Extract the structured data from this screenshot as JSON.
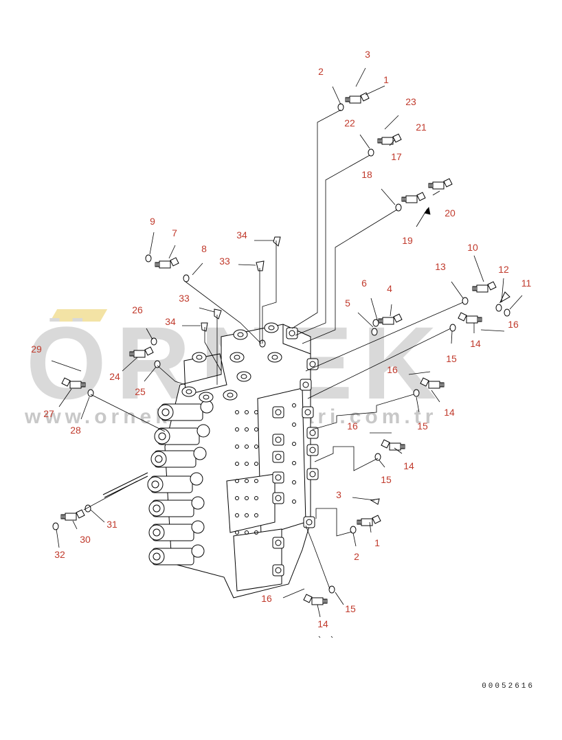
{
  "watermark": {
    "main": "ÖRNEK",
    "sub": "www.ornekismakinalari.com.tr",
    "colors": {
      "text": "#d9d9d9",
      "umlaut": "#f3e3a5"
    }
  },
  "drawing_code": "00052616",
  "label_color": "#c0392b",
  "line_color": "#000000",
  "callouts": [
    {
      "id": "c1a",
      "text": "1"
    },
    {
      "id": "c2a",
      "text": "2"
    },
    {
      "id": "c3a",
      "text": "3"
    },
    {
      "id": "c23",
      "text": "23"
    },
    {
      "id": "c22",
      "text": "22"
    },
    {
      "id": "c21",
      "text": "21"
    },
    {
      "id": "c17",
      "text": "17"
    },
    {
      "id": "c18",
      "text": "18"
    },
    {
      "id": "c20",
      "text": "20"
    },
    {
      "id": "c19",
      "text": "19"
    },
    {
      "id": "c9",
      "text": "9"
    },
    {
      "id": "c7",
      "text": "7"
    },
    {
      "id": "c8",
      "text": "8"
    },
    {
      "id": "c34a",
      "text": "34"
    },
    {
      "id": "c33a",
      "text": "33"
    },
    {
      "id": "c10",
      "text": "10"
    },
    {
      "id": "c12",
      "text": "12"
    },
    {
      "id": "c11",
      "text": "11"
    },
    {
      "id": "c13",
      "text": "13"
    },
    {
      "id": "c6",
      "text": "6"
    },
    {
      "id": "c4",
      "text": "4"
    },
    {
      "id": "c5",
      "text": "5"
    },
    {
      "id": "c33b",
      "text": "33"
    },
    {
      "id": "c26",
      "text": "26"
    },
    {
      "id": "c34b",
      "text": "34"
    },
    {
      "id": "c16a",
      "text": "16"
    },
    {
      "id": "c14a",
      "text": "14"
    },
    {
      "id": "c15a",
      "text": "15"
    },
    {
      "id": "c29",
      "text": "29"
    },
    {
      "id": "c24",
      "text": "24"
    },
    {
      "id": "c25",
      "text": "25"
    },
    {
      "id": "c27",
      "text": "27"
    },
    {
      "id": "c28",
      "text": "28"
    },
    {
      "id": "c16b",
      "text": "16"
    },
    {
      "id": "c14b",
      "text": "14"
    },
    {
      "id": "c15b",
      "text": "15"
    },
    {
      "id": "c16c",
      "text": "16"
    },
    {
      "id": "c14c",
      "text": "14"
    },
    {
      "id": "c15c",
      "text": "15"
    },
    {
      "id": "c3b",
      "text": "3"
    },
    {
      "id": "c1b",
      "text": "1"
    },
    {
      "id": "c2b",
      "text": "2"
    },
    {
      "id": "c31",
      "text": "31"
    },
    {
      "id": "c30",
      "text": "30"
    },
    {
      "id": "c32",
      "text": "32"
    },
    {
      "id": "c16d",
      "text": "16"
    },
    {
      "id": "c15d",
      "text": "15"
    },
    {
      "id": "c14d",
      "text": "14"
    }
  ]
}
